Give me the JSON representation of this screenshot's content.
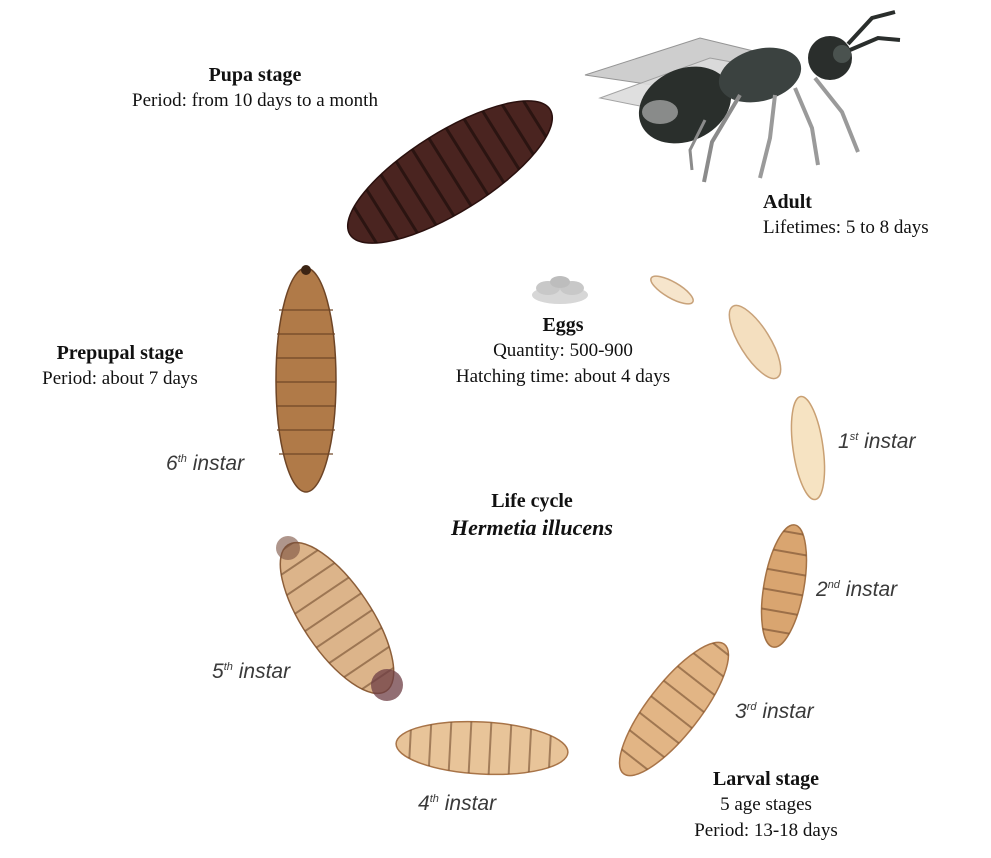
{
  "center": {
    "title": "Life cycle",
    "species": "Hermetia illucens"
  },
  "stages": {
    "pupa": {
      "title": "Pupa stage",
      "detail": "Period: from 10 days to a month"
    },
    "adult": {
      "title": "Adult",
      "detail": "Lifetimes: 5 to 8 days"
    },
    "eggs": {
      "title": "Eggs",
      "quantity": "Quantity: 500-900",
      "hatching": "Hatching time: about 4 days"
    },
    "prepupal": {
      "title": "Prepupal stage",
      "detail": "Period: about 7 days"
    },
    "larval": {
      "title": "Larval stage",
      "ages": "5 age stages",
      "period": "Period: 13-18 days"
    }
  },
  "instars": [
    {
      "num": "1",
      "sup": "st",
      "word": "instar"
    },
    {
      "num": "2",
      "sup": "nd",
      "word": "instar"
    },
    {
      "num": "3",
      "sup": "rd",
      "word": "instar"
    },
    {
      "num": "4",
      "sup": "th",
      "word": "instar"
    },
    {
      "num": "5",
      "sup": "th",
      "word": "instar"
    },
    {
      "num": "6",
      "sup": "th",
      "word": "instar"
    }
  ],
  "colors": {
    "pupa": "#4a2420",
    "prepupa": "#a6764a",
    "larva_late": "#d5a878",
    "larva_early": "#f1d8b0"
  }
}
